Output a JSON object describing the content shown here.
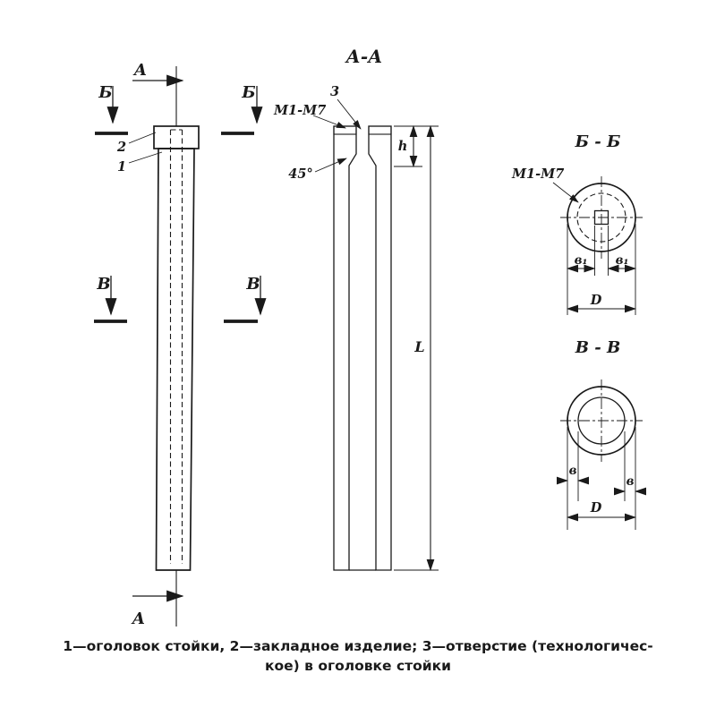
{
  "page": {
    "background": "#ffffff",
    "ink": "#1a1a1a"
  },
  "labels": {
    "section_a_top": "А",
    "section_a_bottom": "А",
    "section_b_left": "Б",
    "section_b_right": "Б",
    "section_v_left": "В",
    "section_v_right": "В",
    "part_1": "1",
    "part_2": "2",
    "part_3": "3",
    "view_aa_title": "А-А",
    "view_bb_title": "Б - Б",
    "view_vv_title": "В - В",
    "m1m7_section": "М1-М7",
    "m1m7_circle": "М1-М7",
    "angle_45": "45°",
    "dim_h": "h",
    "dim_L": "L",
    "dim_b1_left": "в₁",
    "dim_b1_right": "в₁",
    "dim_D_top": "D",
    "dim_b_left": "в",
    "dim_b_right": "в",
    "dim_D_bottom": "D"
  },
  "caption": {
    "line1": "1—оголовок стойки, 2—закладное изделие; 3—отверстие (технологичес-",
    "line2": "кое) в оголовке стойки"
  }
}
